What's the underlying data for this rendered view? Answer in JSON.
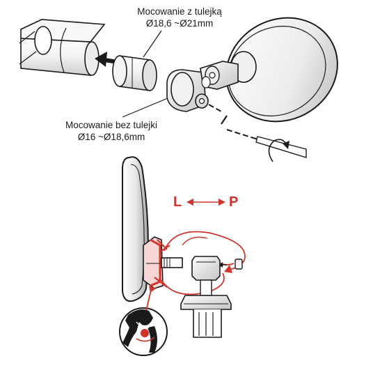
{
  "labels": {
    "with_sleeve": {
      "title": "Mocowanie z tulejką",
      "range": "Ø18,6 ~Ø21mm"
    },
    "without_sleeve": {
      "title": "Mocowanie bez tulejki",
      "range": "Ø16 ~Ø18,6mm"
    }
  },
  "direction": {
    "left": "L",
    "right": "P"
  },
  "colors": {
    "line": "#1a1a1a",
    "accent": "#d0342c",
    "highlight": "#f6d6d4",
    "gray_light": "#e6e6e6",
    "gray_mid": "#bdbdbd",
    "gray_dark": "#8a8a8a"
  },
  "icons": {
    "tool": "wrench-icon",
    "rotation": "rotate-clockwise-icon",
    "insert": "arrow-insert-icon",
    "swap": "double-arrow-icon"
  }
}
